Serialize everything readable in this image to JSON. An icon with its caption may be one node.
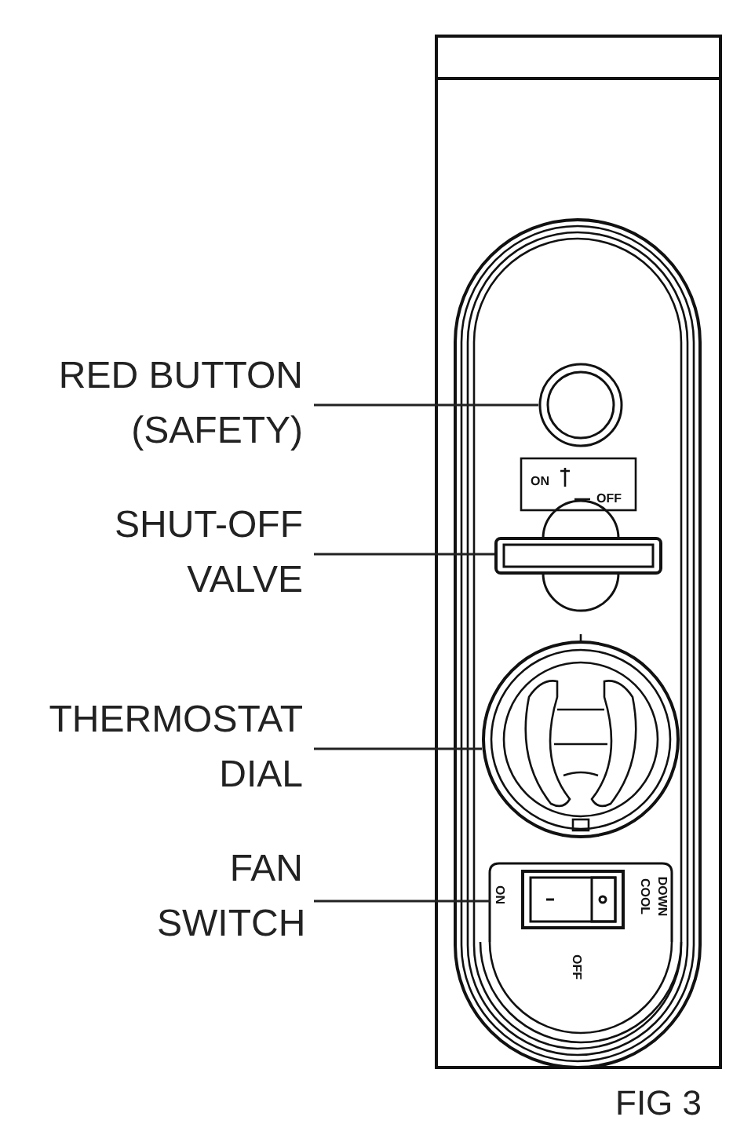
{
  "diagram": {
    "nodes": [
      {
        "text": [
          "RED BUTTON (SAFETY)"
        ]
      },
      {
        "text": [
          "SHUT-OFF VALVE"
        ]
      },
      {
        "text": [
          "THERMOSTAT DIAL"
        ]
      },
      {
        "text": [
          "FAN SWITCH"
        ]
      },
      {
        "text": [],
        "shape": "circle"
      },
      {
        "text": [],
        "shape": "bar"
      },
      {
        "text": [],
        "shape": "circle"
      },
      {
        "text": [],
        "shape": "box"
      }
    ],
    "edges": [
      {
        "from": 0,
        "to": 4,
        "arrow": "none"
      },
      {
        "from": 1,
        "to": 5,
        "arrow": "none"
      },
      {
        "from": 2,
        "to": 6,
        "arrow": "none"
      },
      {
        "from": 3,
        "to": 7,
        "arrow": "none"
      }
    ],
    "labels": [
      "ON",
      "OFF",
      "ON",
      "OFF",
      "COOL",
      "DOWN",
      "FIG 3"
    ]
  }
}
